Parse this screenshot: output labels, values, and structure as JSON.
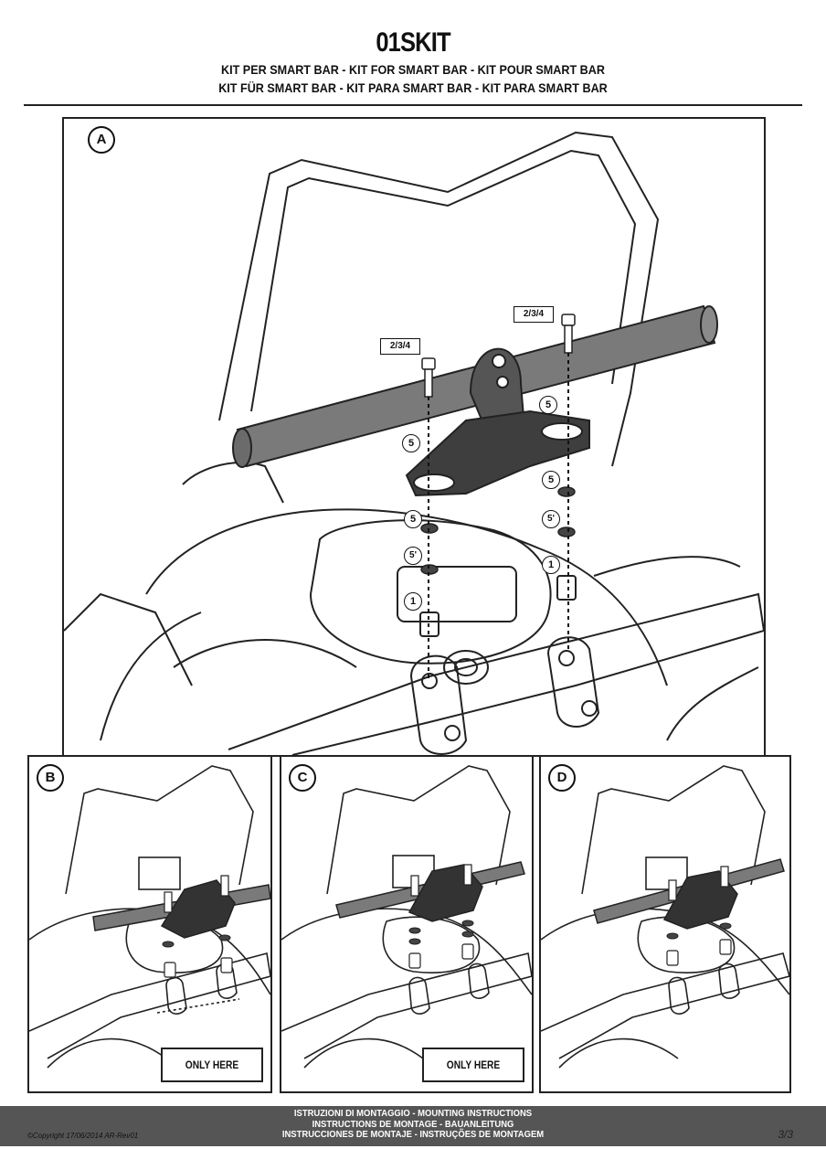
{
  "header": {
    "title": "01SKIT",
    "subtitle_line1": "KIT PER SMART BAR - KIT FOR SMART BAR - KIT POUR SMART BAR",
    "subtitle_line2": "KIT FÜR SMART BAR - KIT PARA SMART BAR - KIT PARA SMART BAR"
  },
  "panel_a": {
    "letter": "A",
    "callouts": {
      "screw_left": "2/3/4",
      "screw_right": "2/3/4",
      "part_5_left": "5",
      "part_5_right": "5",
      "part_5_left_lower": "5",
      "part_5b_left": "5'",
      "part_1_left": "1",
      "part_5_right_lower": "5",
      "part_5b_right": "5'",
      "part_1_right": "1"
    }
  },
  "panel_b": {
    "letter": "B",
    "note": "ONLY HERE"
  },
  "panel_c": {
    "letter": "C",
    "note": "ONLY HERE"
  },
  "panel_d": {
    "letter": "D"
  },
  "footer": {
    "line1": "ISTRUZIONI DI MONTAGGIO - MOUNTING INSTRUCTIONS",
    "line2": "INSTRUCTIONS DE MONTAGE - BAUANLEITUNG",
    "line3": "INSTRUCCIONES DE MONTAJE - INSTRUÇÕES DE MONTAGEM",
    "copyright": "©Copyright 17/06/2014 AR-Rev01",
    "page": "3/3"
  }
}
